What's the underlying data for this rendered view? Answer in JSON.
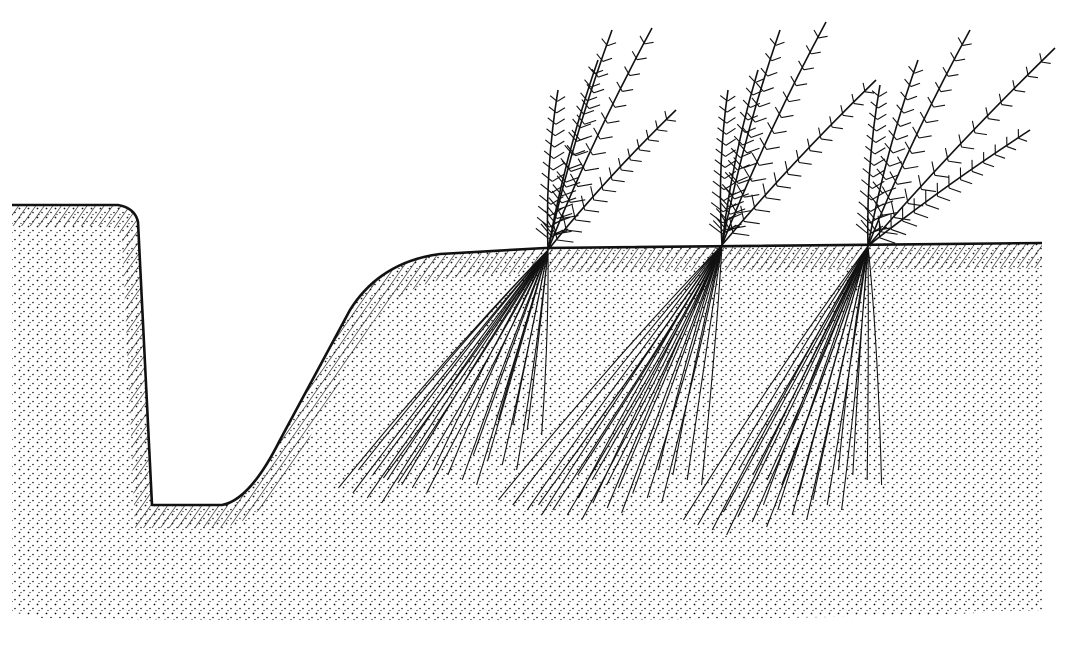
{
  "illustration": {
    "ink_color": "#111111",
    "paper_color": "#ffffff",
    "seedlings": [
      {
        "id": "seedling-1"
      },
      {
        "id": "seedling-2"
      },
      {
        "id": "seedling-3"
      }
    ]
  }
}
